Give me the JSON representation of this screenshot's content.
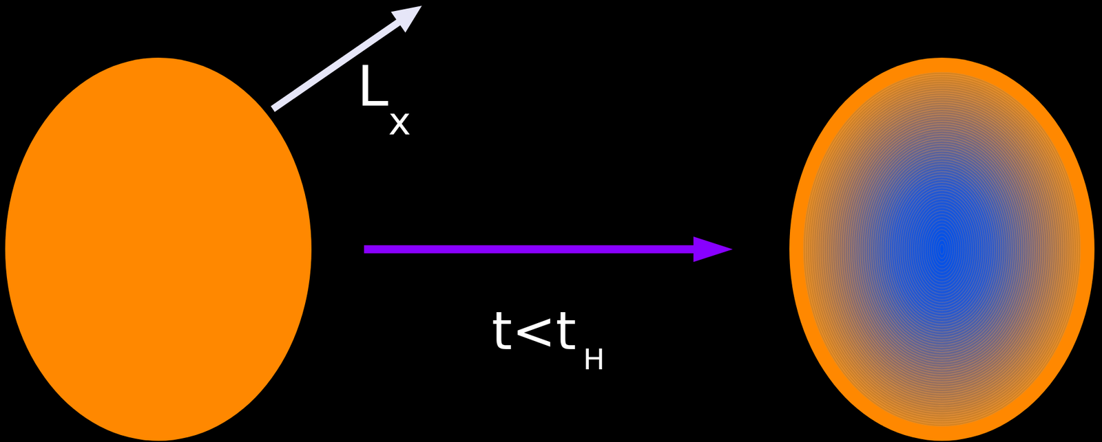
{
  "diagram": {
    "labels": [
      "L",
      "x",
      "t<t",
      "H"
    ]
  }
}
